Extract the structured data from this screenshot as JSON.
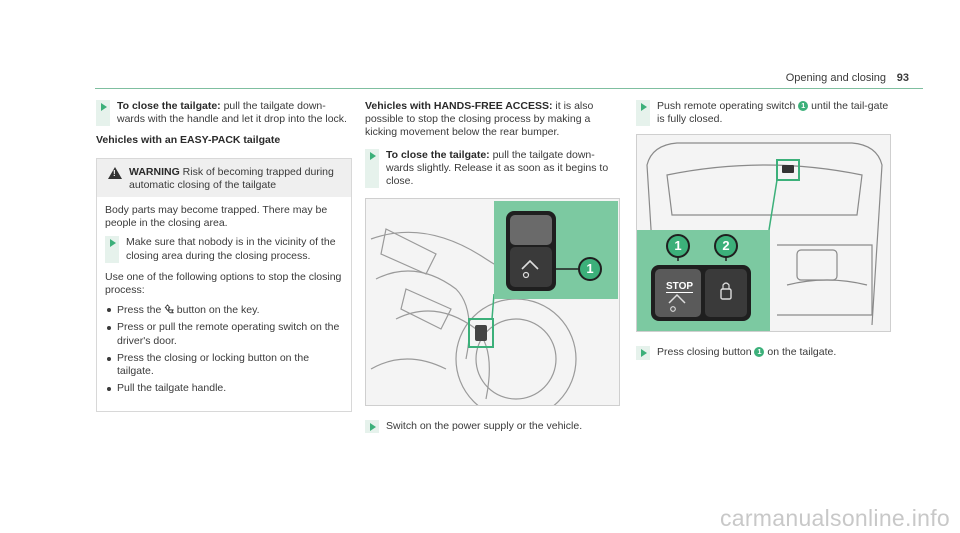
{
  "header": {
    "title": "Opening and closing",
    "page_number": "93"
  },
  "col1": {
    "step1_title": "To close the tailgate:",
    "step1_text": " pull the tailgate down-wards with the handle and let it drop into the lock.",
    "subheading": "Vehicles with an EASY-PACK tailgate",
    "warning_label": "WARNING",
    "warning_text": " Risk of becoming trapped during automatic closing of the tailgate",
    "warning_body": "Body parts may become trapped. There may be people in the closing area.",
    "warning_step": "Make sure that nobody is in the vicinity of the closing area during the closing process.",
    "options_intro": "Use one of the following options to stop the closing process:",
    "opt1_before": "Press the ",
    "opt1_icon": "⮴",
    "opt1_after": " button on the key.",
    "opt2": "Press or pull the remote operating switch on the driver's door.",
    "opt3": "Press the closing or locking button on the tailgate.",
    "opt4": "Pull the tailgate handle."
  },
  "col2": {
    "intro_title": "Vehicles with HANDS-FREE ACCESS:",
    "intro_text": " it is also possible to stop the closing process by making a kicking movement below the rear bumper.",
    "step_title": "To close the tailgate:",
    "step_text": " pull the tailgate down-wards slightly. Release it as soon as it begins to close.",
    "callout": "1",
    "after_step": "Switch on the power supply or the vehicle."
  },
  "col3": {
    "step1_before": "Push remote operating switch ",
    "step1_num": "1",
    "step1_after": " until the tail-gate is fully closed.",
    "callout1": "1",
    "callout2": "2",
    "stop_label": "STOP",
    "step2_before": "Press closing button ",
    "step2_num": "1",
    "step2_after": " on the tailgate."
  },
  "watermark": "carmanualsonline.info",
  "colors": {
    "accent": "#3cb07a",
    "rule": "#7fbfa0",
    "warn_bg": "#efefef"
  }
}
